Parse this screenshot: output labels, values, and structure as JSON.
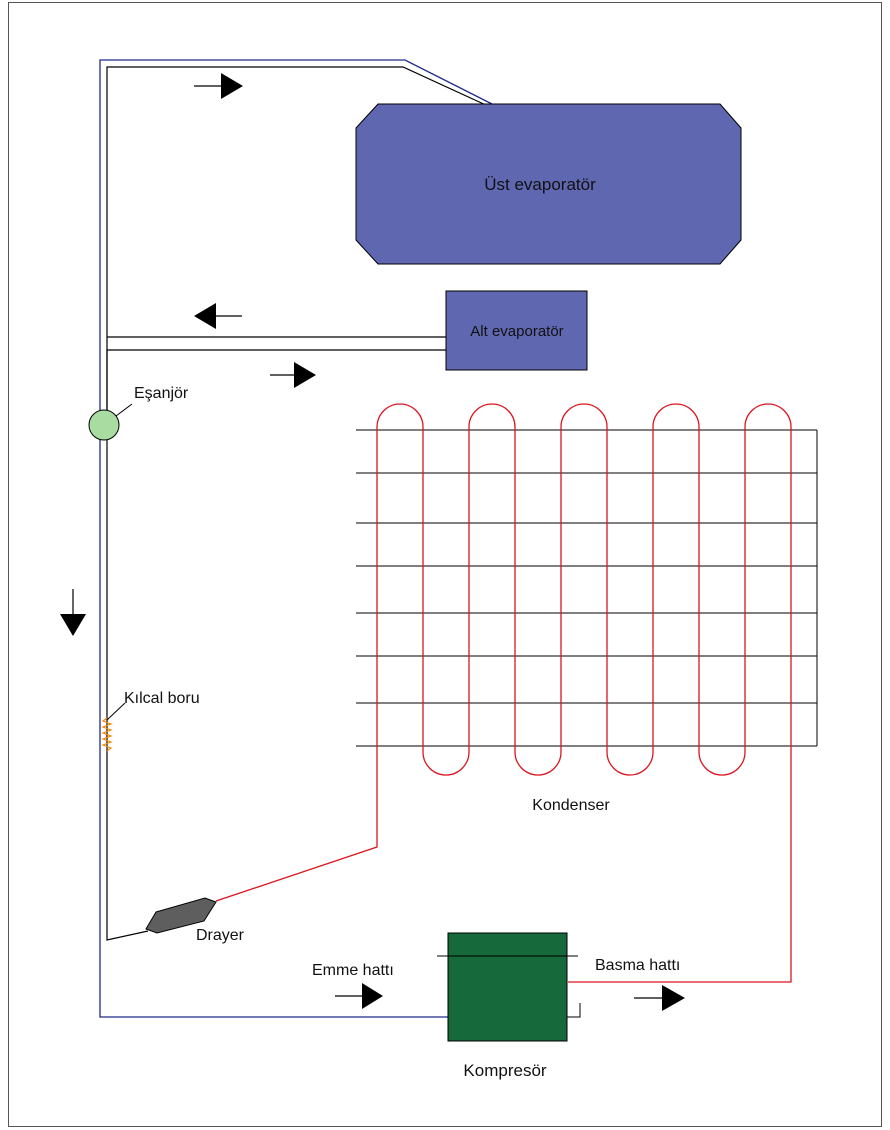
{
  "labels": {
    "ust_evaporator": "Üst evaporatör",
    "alt_evaporator": "Alt evaporatör",
    "esanjor": "Eşanjör",
    "kilcal_boru": "Kılcal boru",
    "kondenser": "Kondenser",
    "drayer": "Drayer",
    "emme_hatti": "Emme hattı",
    "basma_hatti": "Basma hattı",
    "kompresor": "Kompresör"
  },
  "colors": {
    "evaporator_fill": "#5F67B1",
    "compressor_fill": "#15693A",
    "condenser_coil": "#D9161F",
    "suction_line": "#1F2A8A",
    "heat_exchanger_fill": "#A8DCA0",
    "capillary_coil": "#F08A00",
    "dryer_fill": "#5E5E5E",
    "pipe": "#000000"
  }
}
